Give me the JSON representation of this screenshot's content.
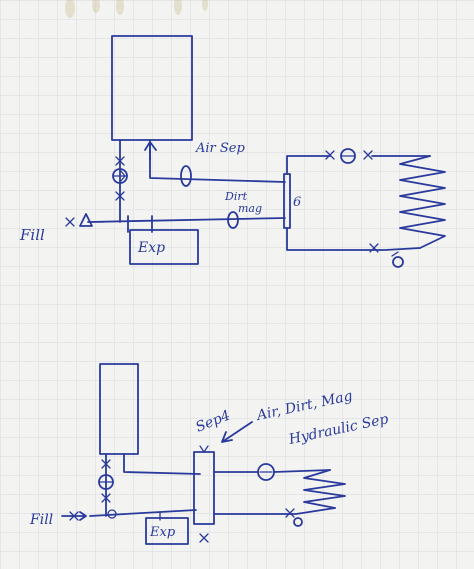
{
  "top_diagram": {
    "air_sep_label": "Air Sep",
    "dirt_mag_label_1": "Dirt",
    "dirt_mag_label_2": "mag",
    "fill_label": "Fill",
    "exp_label": "Exp",
    "manifold_number": "6"
  },
  "bottom_diagram": {
    "sep_label": "Sep4",
    "sep_desc_1": "Air, Dirt, Mag",
    "sep_desc_2": "Hydraulic Sep",
    "fill_label": "Fill",
    "exp_label": "Exp"
  },
  "colors": {
    "ink": "#2a3a9c",
    "paper": "#f3f3f1",
    "grid": "#d6d9de"
  }
}
